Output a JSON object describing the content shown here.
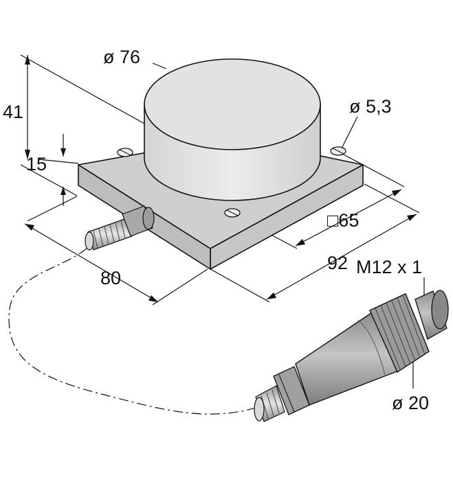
{
  "dimensions": {
    "top_diameter": "ø 76",
    "hole_diameter": "ø 5,3",
    "height_total": "41",
    "base_height": "15",
    "square_side": "□65",
    "length": "92",
    "width": "80",
    "thread": "M12 x 1",
    "connector_diameter": "ø 20"
  },
  "colors": {
    "body_fill": "#c6c6c6",
    "body_top": "#cfcfcf",
    "cap_fill": "#e2e2e2",
    "connector_fill": "#a8a8a8",
    "line": "#111111"
  }
}
